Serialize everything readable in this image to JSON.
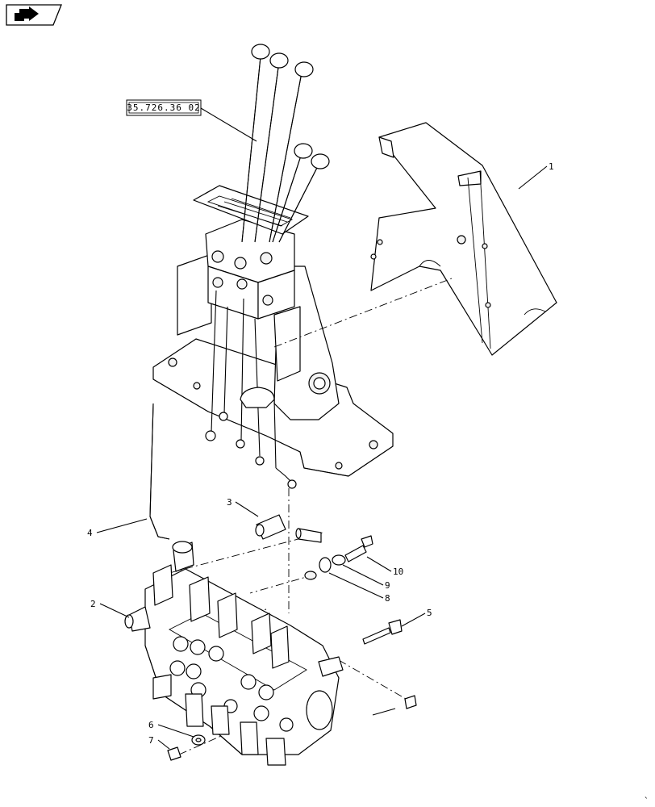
{
  "nav": {
    "icon": "back-arrow-icon"
  },
  "reference": {
    "code": "35.726.36 02"
  },
  "callouts": [
    "1",
    "2",
    "3",
    "4",
    "5",
    "6",
    "7",
    "8",
    "9",
    "10"
  ]
}
